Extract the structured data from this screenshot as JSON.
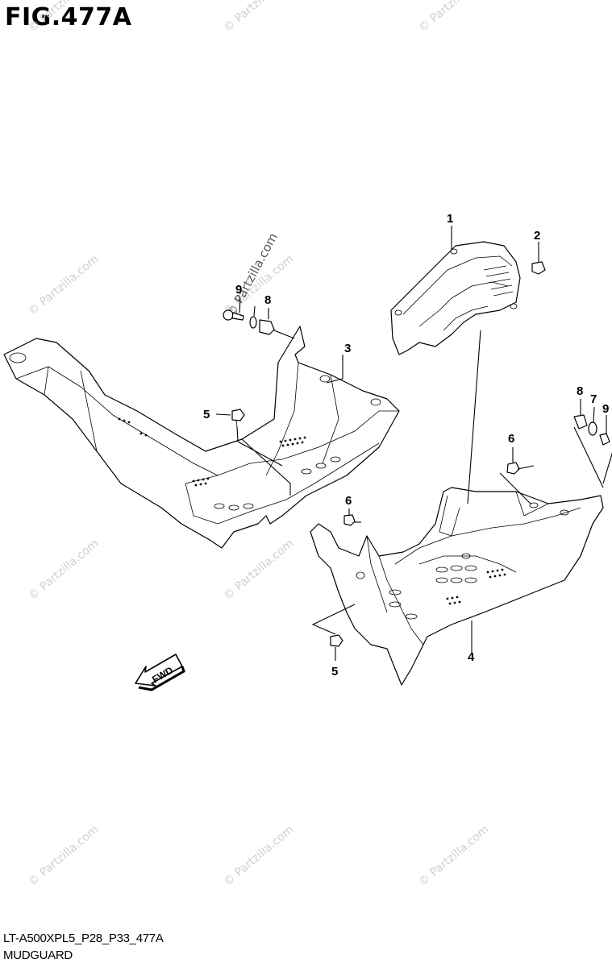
{
  "figure": {
    "title": "FIG.477A",
    "footer_code": "LT-A500XPL5_P28_P33_477A",
    "footer_name": "MUDGUARD",
    "watermark": "© Partzilla.com",
    "fwd_label": "FWD"
  },
  "callouts": [
    {
      "id": "callout-1",
      "label": "1"
    },
    {
      "id": "callout-2",
      "label": "2"
    },
    {
      "id": "callout-3",
      "label": "3"
    },
    {
      "id": "callout-4",
      "label": "4"
    },
    {
      "id": "callout-5a",
      "label": "5"
    },
    {
      "id": "callout-5b",
      "label": "5"
    },
    {
      "id": "callout-6a",
      "label": "6"
    },
    {
      "id": "callout-6b",
      "label": "6"
    },
    {
      "id": "callout-7",
      "label": "7"
    },
    {
      "id": "callout-8a",
      "label": "8"
    },
    {
      "id": "callout-8b",
      "label": "8"
    },
    {
      "id": "callout-9a",
      "label": "9"
    },
    {
      "id": "callout-9b",
      "label": "9"
    }
  ]
}
